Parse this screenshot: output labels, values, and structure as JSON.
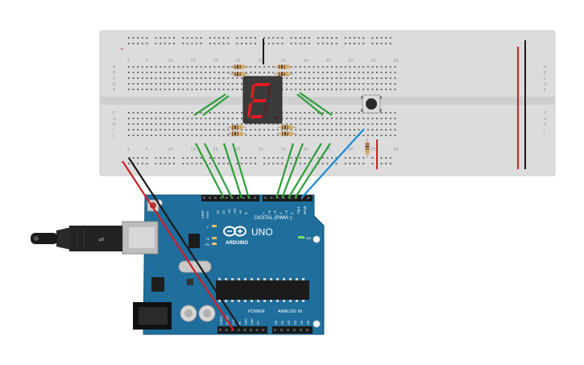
{
  "breadboard": {
    "column_numbers": [
      "1",
      "5",
      "10",
      "15",
      "20",
      "25",
      "30",
      "35",
      "40",
      "45",
      "50",
      "55",
      "60"
    ],
    "row_letters_top": [
      "A",
      "B",
      "C",
      "D",
      "E"
    ],
    "row_letters_bottom": [
      "F",
      "G",
      "H",
      "I",
      "J"
    ]
  },
  "seven_segment": {
    "digit": "E",
    "color": "#e31b23"
  },
  "arduino": {
    "brand": "ARDUINO",
    "model": "UNO",
    "digital_label": "DIGITAL (PWM~)",
    "power_label": "POWER",
    "analog_label": "ANALOG IN",
    "on_label": "ON",
    "led_l": "L",
    "led_tx": "TX",
    "led_rx": "RX",
    "aref": "AREF",
    "gnd_top": "GND",
    "digital_pins": [
      "13",
      "12",
      "~11",
      "~10",
      "~9",
      "8",
      "7",
      "~6",
      "~5",
      "4",
      "~3",
      "2",
      "TX▸1",
      "RX◂0"
    ],
    "power_pins": [
      "IOREF",
      "RESET",
      "3.3V",
      "5V",
      "GND",
      "GND",
      "Vin"
    ],
    "analog_pins": [
      "A0",
      "A1",
      "A2",
      "A3",
      "A4",
      "A5"
    ]
  },
  "colors": {
    "breadboard": "#dcdcdc",
    "board": "#1f6e9c",
    "wire_green": "#2e9e3a",
    "wire_blue": "#1b8ad6",
    "wire_red": "#d21f26",
    "wire_black": "#1a1a1a"
  }
}
